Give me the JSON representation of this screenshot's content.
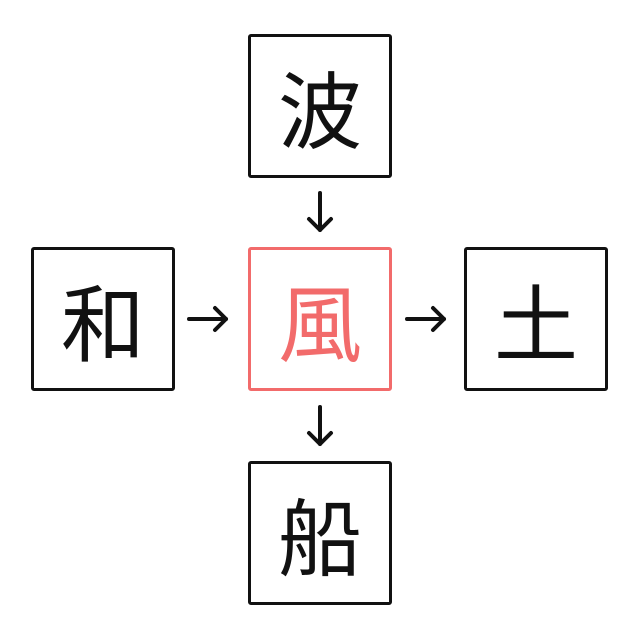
{
  "puzzle": {
    "top": "波",
    "left": "和",
    "center": "風",
    "right": "土",
    "bottom": "船"
  },
  "colors": {
    "border": "#111111",
    "highlight": "#f26b6b"
  }
}
